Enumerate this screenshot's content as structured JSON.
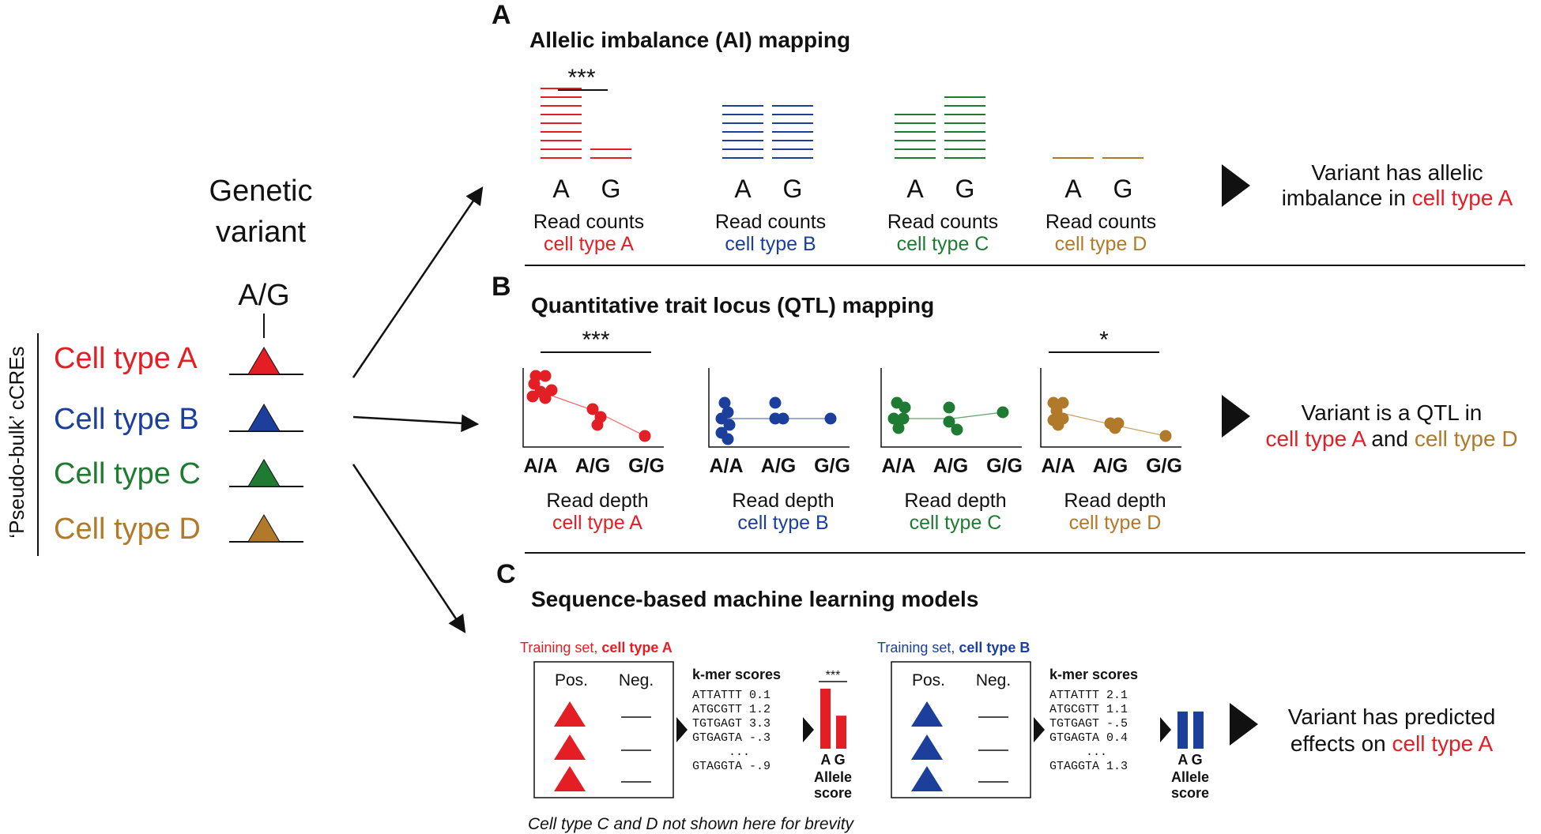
{
  "colors": {
    "cell_type_a": "#e31e24",
    "cell_type_b": "#1c3f9c",
    "cell_type_c": "#1f7a32",
    "cell_type_d": "#b07a2a",
    "black": "#111111"
  },
  "left": {
    "title_line1": "Genetic",
    "title_line2": "variant",
    "allele": "A/G",
    "vertical_label": "‘Pseudo-bulk’ cCREs",
    "cell_types": [
      "Cell type A",
      "Cell type B",
      "Cell type C",
      "Cell type D"
    ]
  },
  "panel_a": {
    "letter": "A",
    "title": "Allelic imbalance (AI) mapping",
    "significance": "***",
    "allele_a": "A",
    "allele_g": "G",
    "caption_top": "Read counts",
    "groups": [
      {
        "cell_label": "cell type A",
        "a_reads": 9,
        "g_reads": 2
      },
      {
        "cell_label": "cell type B",
        "a_reads": 7,
        "g_reads": 7
      },
      {
        "cell_label": "cell type C",
        "a_reads": 6,
        "g_reads": 8
      },
      {
        "cell_label": "cell type D",
        "a_reads": 1,
        "g_reads": 1
      }
    ],
    "conclusion_line1": "Variant has allelic",
    "conclusion_line2_prefix": "imbalance in ",
    "conclusion_line2_colored": "cell type A"
  },
  "panel_b": {
    "letter": "B",
    "title": "Quantitative trait locus (QTL) mapping",
    "significance_a": "***",
    "significance_d": "*",
    "genotypes": [
      "A/A",
      "A/G",
      "G/G"
    ],
    "caption_top": "Read depth",
    "groups": [
      {
        "cell_label": "cell type A"
      },
      {
        "cell_label": "cell type B"
      },
      {
        "cell_label": "cell type C"
      },
      {
        "cell_label": "cell type D"
      }
    ],
    "conclusion_line1": "Variant is a QTL in",
    "conclusion_line2_a": "cell type A",
    "conclusion_line2_mid": " and ",
    "conclusion_line2_d": "cell type D"
  },
  "panel_c": {
    "letter": "C",
    "title": "Sequence-based machine learning models",
    "pos_label": "Pos.",
    "neg_label": "Neg.",
    "kmer_title": "k-mer scores",
    "ellipsis": "...",
    "allele_ag": "A G",
    "allele_score_line1": "Allele",
    "allele_score_line2": "score",
    "significance": "***",
    "models": [
      {
        "training_prefix": "Training set, ",
        "training_cell": "cell type A",
        "kmers": [
          "ATTATTT 0.1",
          "ATGCGTT 1.2",
          "TGTGAGT 3.3",
          "GTGAGTA -.3"
        ],
        "last_kmer": "GTAGGTA -.9",
        "allele_score_a": 1.0,
        "allele_score_g": 0.55
      },
      {
        "training_prefix": "Training set, ",
        "training_cell": "cell type B",
        "kmers": [
          "ATTATTT 2.1",
          "ATGCGTT 1.1",
          "TGTGAGT -.5",
          "GTGAGTA 0.4"
        ],
        "last_kmer": "GTAGGTA 1.3",
        "allele_score_a": 0.62,
        "allele_score_g": 0.62
      }
    ],
    "footnote": "Cell type C and D not shown here for brevity",
    "conclusion_line1": "Variant has predicted",
    "conclusion_line2_prefix": "effects on ",
    "conclusion_line2_colored": "cell type A"
  }
}
